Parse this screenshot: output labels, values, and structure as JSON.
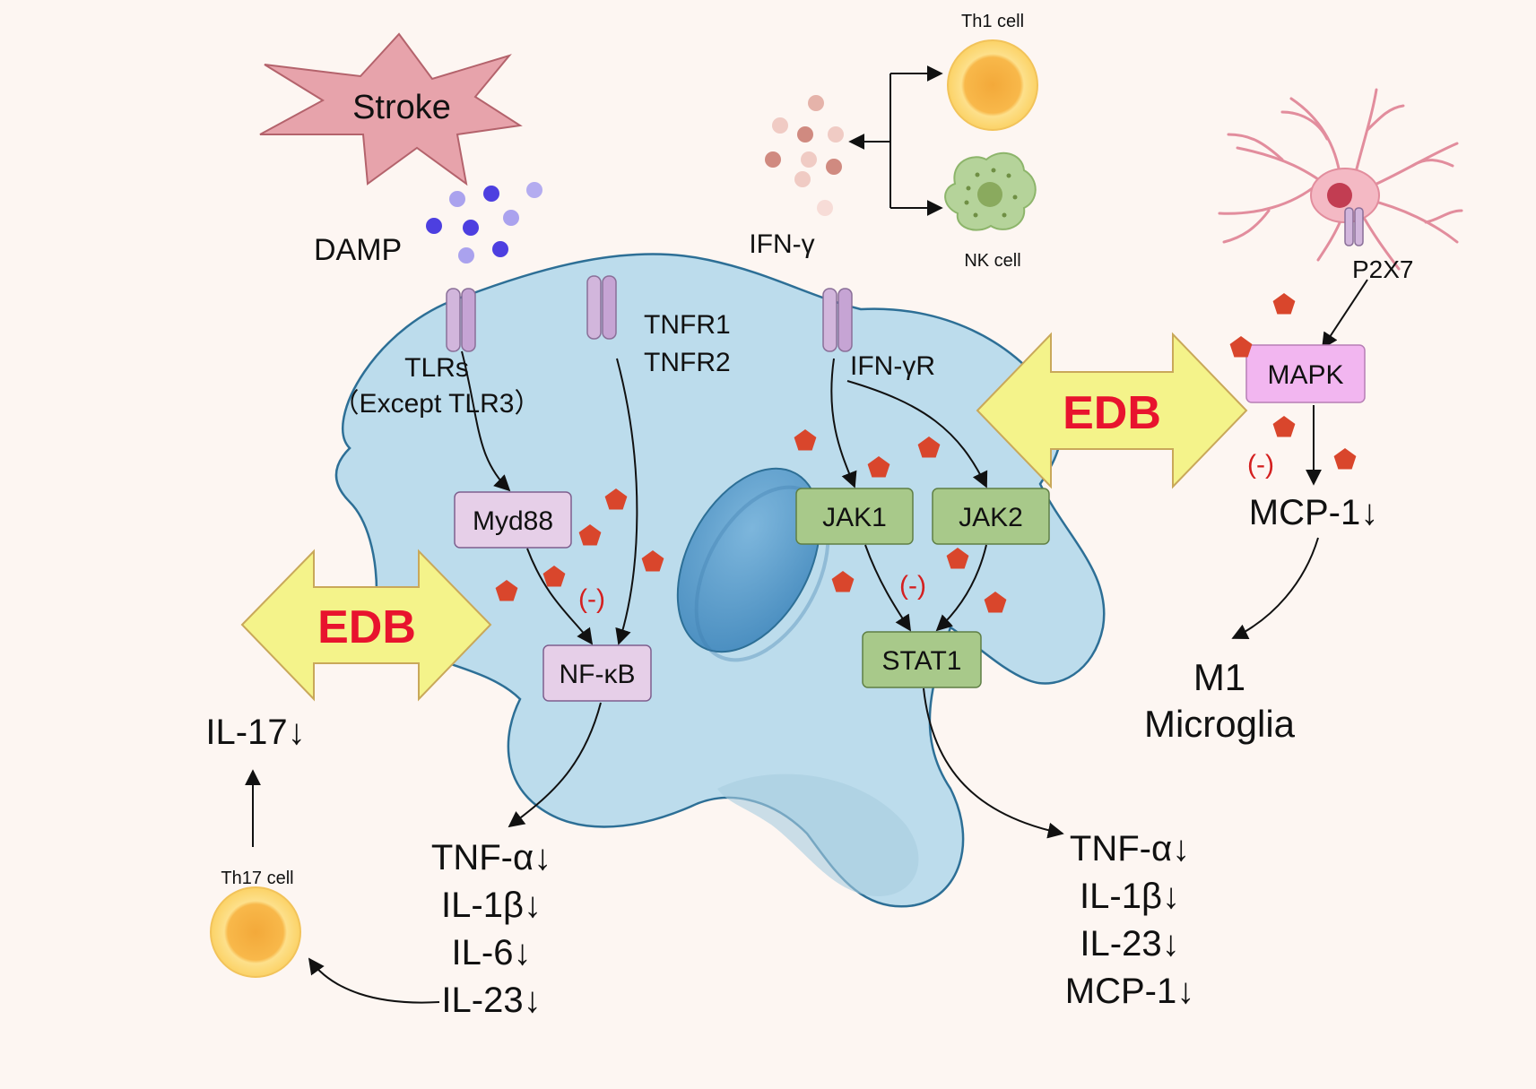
{
  "labels": {
    "stroke": "Stroke",
    "damp": "DAMP",
    "ifng": "IFN-γ",
    "th1": "Th1 cell",
    "nk": "NK cell",
    "p2x7": "P2X7",
    "tlrs_line1": "TLRs",
    "tlrs_line2": "（Except TLR3）",
    "tnfr1": "TNFR1",
    "tnfr2": "TNFR2",
    "ifngr": "IFN-γR",
    "myd88": "Myd88",
    "nfkb": "NF-κB",
    "jak1": "JAK1",
    "jak2": "JAK2",
    "stat1": "STAT1",
    "mapk": "MAPK",
    "mcp1": "MCP-1↓",
    "m1_line1": "M1",
    "m1_line2": "Microglia",
    "il17": "IL-17↓",
    "th17": "Th17 cell",
    "edb_left": "EDB",
    "edb_right": "EDB",
    "inhibit": "(-)"
  },
  "outputs_left": [
    "TNF-α↓",
    "IL-1β↓",
    "IL-6↓",
    "IL-23↓"
  ],
  "outputs_right": [
    "TNF-α↓",
    "IL-1β↓",
    "IL-23↓",
    "MCP-1↓"
  ],
  "colors": {
    "background": "#fdf6f2",
    "cell_body": "#bcdcec",
    "nucleus": "#5c9ecb",
    "receptor": "#d2b6dc",
    "pink_box": "#e6cfe8",
    "green_box": "#a8c98a",
    "mapk_box": "#f2b6f0",
    "edb_arrow": "#f4f38a",
    "edb_text": "#e8132e",
    "inhibit_text": "#d42020",
    "drug": "#d9462c",
    "stroke_star": "#e7a3ab",
    "damp_dark": "#4d3fe0",
    "damp_light": "#aaa2ee",
    "yellow_cell": "#fbc95a",
    "nk_cell": "#b5d39a",
    "neuron": "#f4b9c4"
  }
}
